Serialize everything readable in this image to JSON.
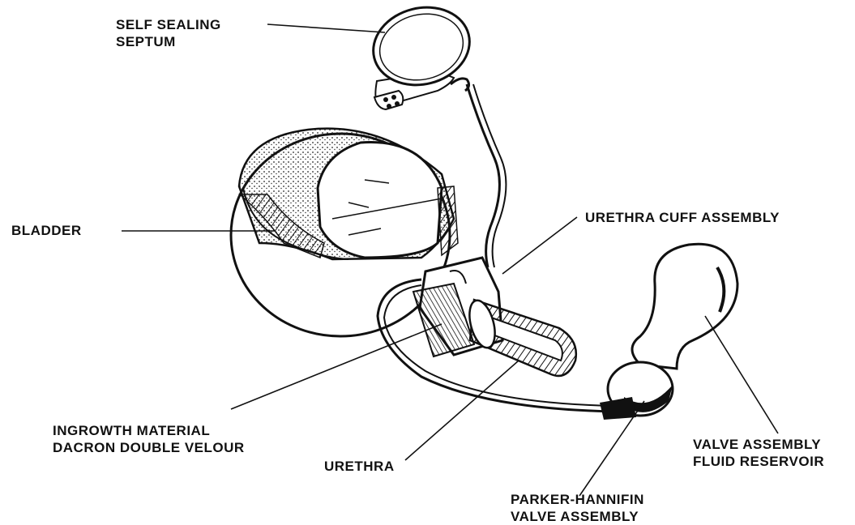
{
  "labels": {
    "septum": [
      "SELF SEALING",
      "SEPTUM"
    ],
    "bladder": [
      "BLADDER"
    ],
    "cuff": [
      "URETHRA CUFF ASSEMBLY"
    ],
    "ingrowth": [
      "INGROWTH MATERIAL",
      "DACRON DOUBLE VELOUR"
    ],
    "urethra": [
      "URETHRA"
    ],
    "valve_reservoir": [
      "VALVE ASSEMBLY",
      "FLUID RESERVOIR"
    ],
    "parker": [
      "PARKER-HANNIFIN",
      "VALVE ASSEMBLY"
    ]
  },
  "colors": {
    "ink": "#111111",
    "paper": "#ffffff"
  }
}
